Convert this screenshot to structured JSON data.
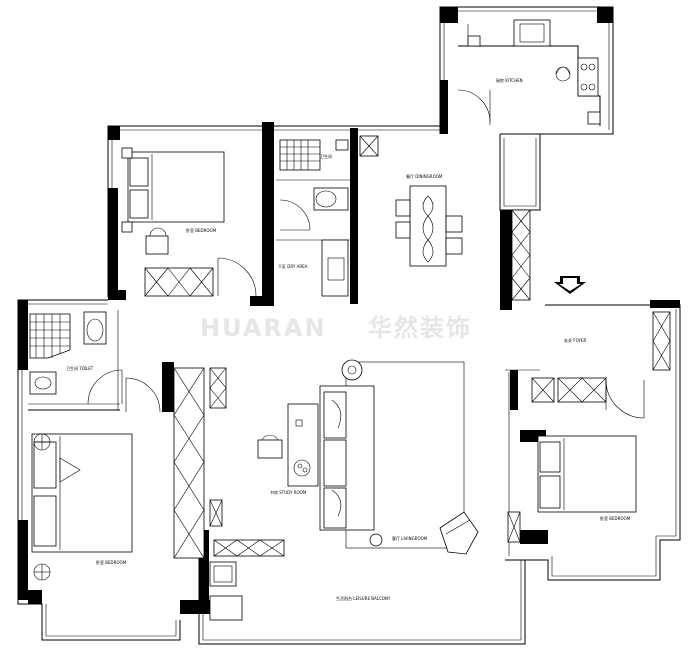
{
  "watermark": {
    "latin": "HUARAN",
    "chinese": "华然装饰"
  },
  "rooms": {
    "kitchen": "厨房 KITCHEN",
    "dining": "餐厅 DININGROOM",
    "bedroom_top": "卧室 BEDROOM",
    "dry_area": "干区 DRY AREA",
    "toilet": "卫生间 TOILET",
    "foyer": "玄关 FOYER",
    "study": "书房 STUDY ROOM",
    "living": "客厅 LIVINGROOM",
    "bedroom_left": "卧室 BEDROOM",
    "bedroom_right": "卧室 BEDROOM",
    "balcony": "生活阳台 LEISURE BALCONY",
    "washroom": "卫生间"
  },
  "icons": {
    "entry_arrow": "down-arrow-icon"
  }
}
